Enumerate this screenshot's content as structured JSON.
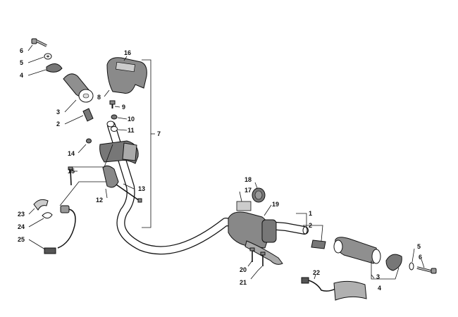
{
  "labels": {
    "p1": "1",
    "p2a": "2",
    "p2b": "2",
    "p3a": "3",
    "p3b": "3",
    "p4a": "4",
    "p4b": "4",
    "p5a": "5",
    "p5b": "5",
    "p6a": "6",
    "p6b": "6",
    "p7": "7",
    "p8": "8",
    "p9": "9",
    "p10": "10",
    "p11": "11",
    "p12": "12",
    "p13": "13",
    "p14": "14",
    "p15": "15",
    "p16": "16",
    "p17": "17",
    "p18": "18",
    "p19": "19",
    "p20": "20",
    "p21": "21",
    "p22": "22",
    "p23": "23",
    "p24": "24",
    "p25": "25"
  },
  "colors": {
    "line": "#111111",
    "part_fill": "#9a9a9a",
    "dark_fill": "#555555",
    "light_fill": "#d0d0d0"
  }
}
